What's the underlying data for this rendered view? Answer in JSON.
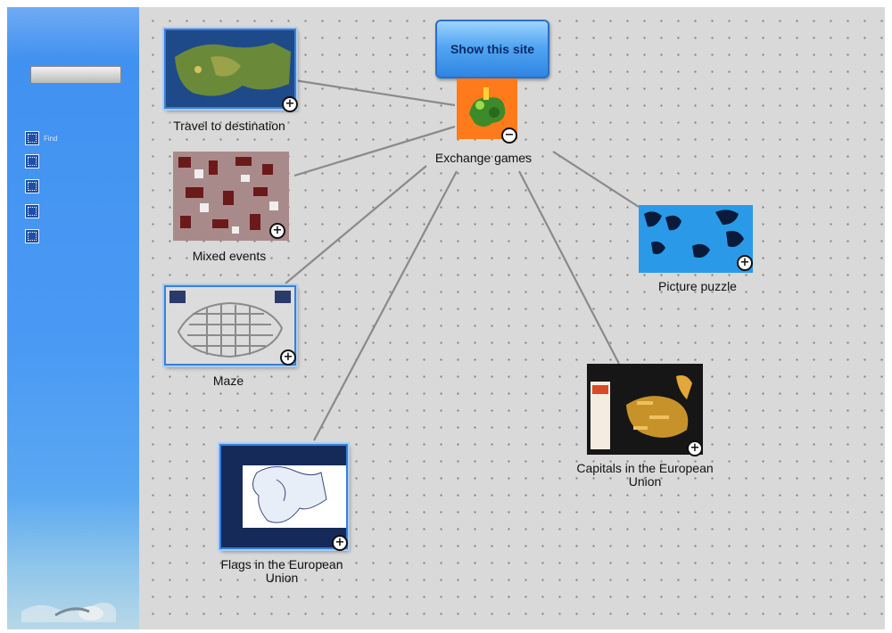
{
  "sidebar": {
    "button_label": "",
    "items": [
      {
        "icon": "binoculars-icon",
        "label": "Find"
      },
      {
        "icon": "window-icon",
        "label": ""
      },
      {
        "icon": "grid-icon",
        "label": ""
      },
      {
        "icon": "grid-icon",
        "label": ""
      },
      {
        "icon": "grid-icon",
        "label": ""
      }
    ]
  },
  "toolbar": {
    "show_site_label": "Show this site"
  },
  "map": {
    "center": {
      "label": "Exchange games",
      "icon": "minus-icon"
    },
    "nodes": [
      {
        "id": "travel",
        "label": "Travel to destination",
        "icon": "plus-icon"
      },
      {
        "id": "mixed",
        "label": "Mixed events",
        "icon": "plus-icon"
      },
      {
        "id": "maze",
        "label": "Maze",
        "icon": "plus-icon"
      },
      {
        "id": "flags",
        "label": "Flags in the European Union",
        "icon": "plus-icon"
      },
      {
        "id": "picture",
        "label": "Picture puzzle",
        "icon": "plus-icon"
      },
      {
        "id": "capitals",
        "label": "Capitals in the European Union",
        "icon": "plus-icon"
      }
    ]
  },
  "colors": {
    "sidebar": "#4a9af4",
    "canvas": "#d9d9d9",
    "center_tile": "#ff7a1a",
    "frame": "#3a7ed8"
  }
}
